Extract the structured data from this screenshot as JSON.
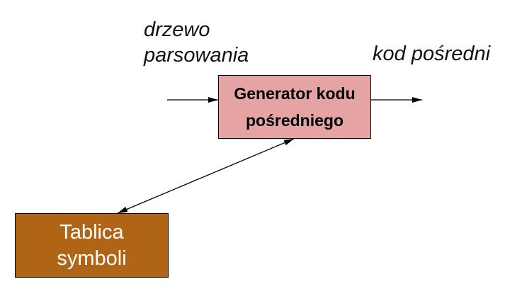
{
  "input": {
    "line1": "drzewo",
    "line2": "parsowania"
  },
  "output": {
    "label": "kod pośredni"
  },
  "generator": {
    "line1": "Generator kodu",
    "line2": "pośredniego",
    "fill_color": "#e6a3a3"
  },
  "symbol_table": {
    "line1": "Tablica",
    "line2": "symboli",
    "fill_color": "#b06416"
  }
}
